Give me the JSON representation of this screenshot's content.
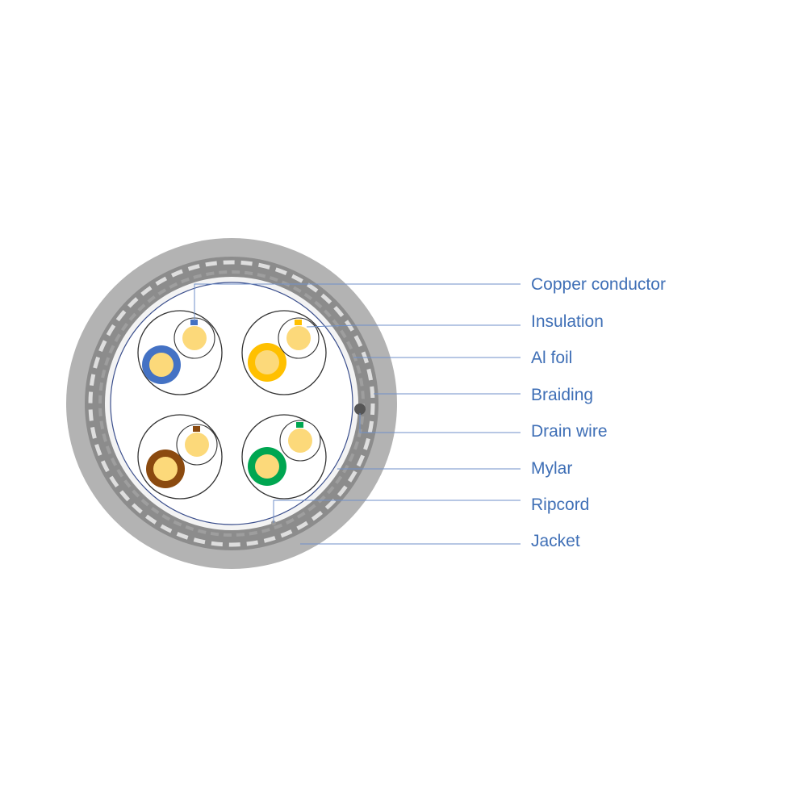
{
  "diagram": {
    "labels": [
      {
        "id": "copper-conductor",
        "text": "Copper conductor"
      },
      {
        "id": "insulation",
        "text": "Insulation"
      },
      {
        "id": "al-foil",
        "text": "Al foil"
      },
      {
        "id": "braiding",
        "text": "Braiding"
      },
      {
        "id": "drain-wire",
        "text": "Drain wire"
      },
      {
        "id": "mylar",
        "text": "Mylar"
      },
      {
        "id": "ripcord",
        "text": "Ripcord"
      },
      {
        "id": "jacket",
        "text": "Jacket"
      }
    ],
    "pairs": [
      {
        "name": "blue-pair",
        "color": "#4472c4"
      },
      {
        "name": "orange-pair",
        "color": "#ffc000"
      },
      {
        "name": "brown-pair",
        "color": "#8b4a0f"
      },
      {
        "name": "green-pair",
        "color": "#00a651"
      }
    ],
    "colors": {
      "jacket": "#b3b3b3",
      "braiding": "#8c8c8c",
      "braid_dash": "#dedede",
      "foil": "#f3f3f3",
      "copper": "#fcd97a",
      "drain": "#555555",
      "leader": "#6f8fc8",
      "text": "#3f6fb6"
    }
  }
}
